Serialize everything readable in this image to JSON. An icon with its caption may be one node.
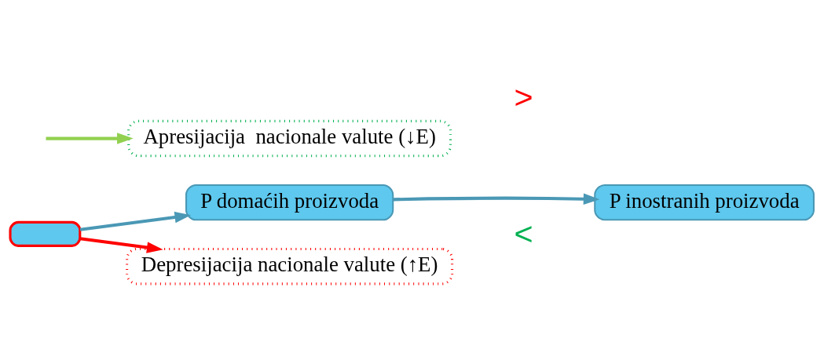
{
  "diagram": {
    "nodes": [
      {
        "text": [],
        "shape": "box"
      },
      {
        "text": [
          "P domaćih proizvoda"
        ]
      },
      {
        "text": [
          "P inostranih proizvoda"
        ]
      },
      {
        "text": [
          "Depresijacija nacionale valute (↑E)"
        ]
      },
      {
        "text": [
          "Apresijacija  nacionale valute (↓E)"
        ]
      }
    ],
    "edges": [
      {
        "from": 0,
        "to": 1,
        "arrow": "to"
      },
      {
        "from": 1,
        "to": 2,
        "arrow": "to"
      },
      {
        "from": 0,
        "to": 3,
        "arrow": "to",
        "color": "#ff0000"
      },
      {
        "from": null,
        "to": 4,
        "arrow": "to",
        "color": "#92d050"
      }
    ],
    "labels": [
      "<",
      ">"
    ]
  }
}
